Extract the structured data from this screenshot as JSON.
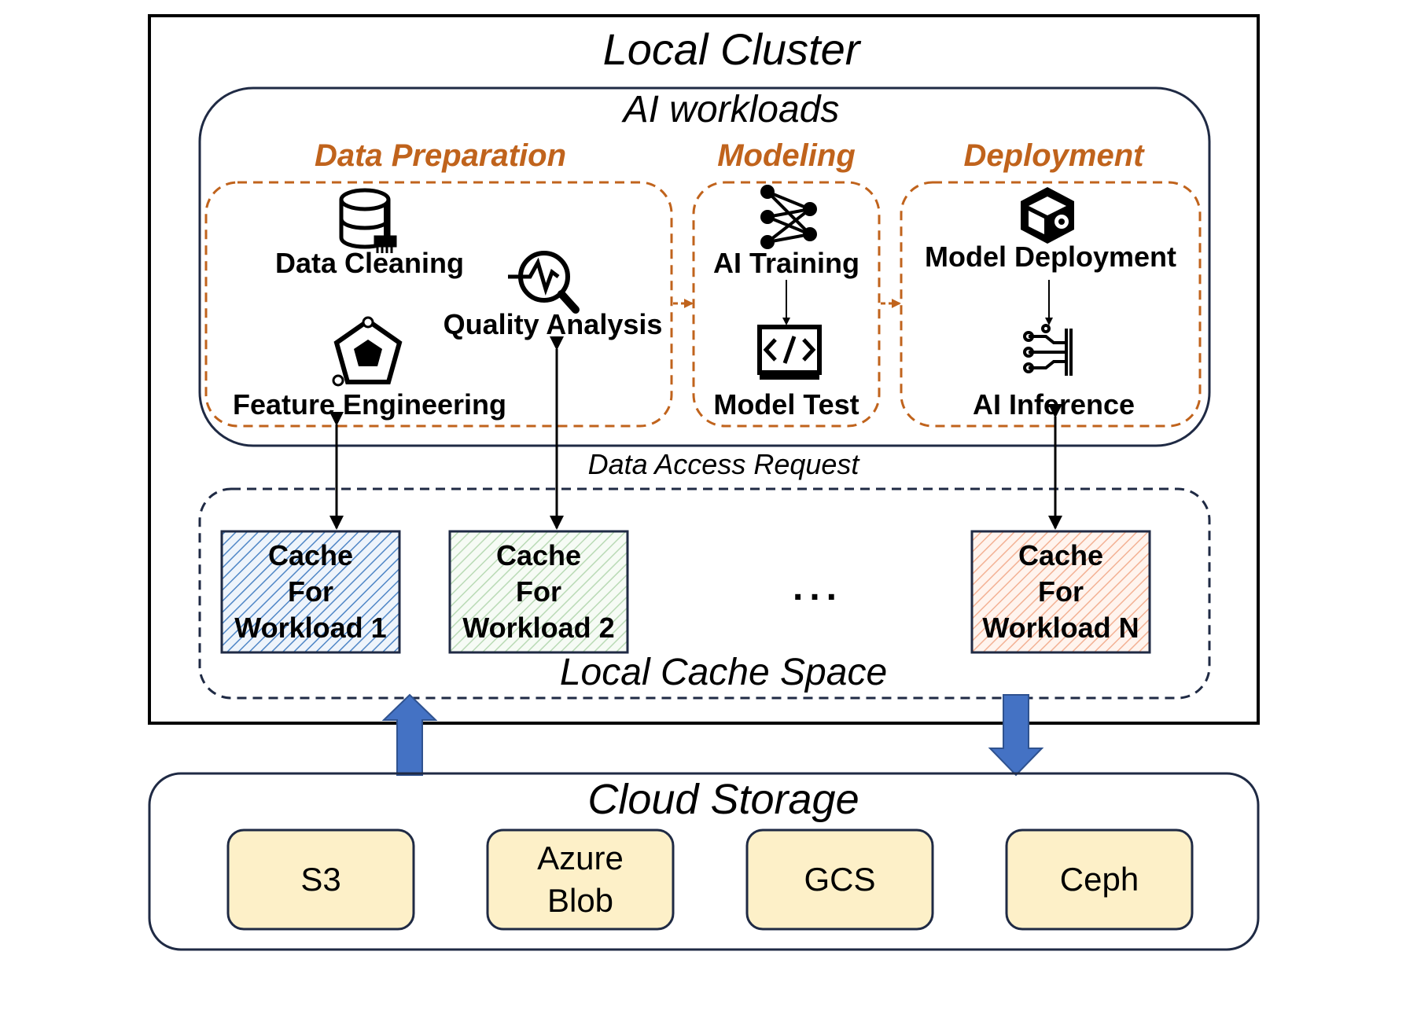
{
  "local_cluster": {
    "title": "Local Cluster"
  },
  "ai_workloads": {
    "title": "AI workloads",
    "stages": {
      "data_preparation": {
        "title": "Data Preparation",
        "items": {
          "data_cleaning": "Data Cleaning",
          "quality_analysis": "Quality Analysis",
          "feature_engineering": "Feature Engineering"
        }
      },
      "modeling": {
        "title": "Modeling",
        "items": {
          "ai_training": "AI Training",
          "model_test": "Model Test"
        }
      },
      "deployment": {
        "title": "Deployment",
        "items": {
          "model_deployment": "Model Deployment",
          "ai_inference": "AI Inference"
        }
      }
    }
  },
  "data_access_request": "Data Access Request",
  "local_cache_space": {
    "title": "Local Cache Space",
    "ellipsis": "...",
    "caches": [
      {
        "line1": "Cache",
        "line2": "For",
        "line3": "Workload 1",
        "color": "#4f86c6"
      },
      {
        "line1": "Cache",
        "line2": "For",
        "line3": "Workload 2",
        "color": "#9dc79a"
      },
      {
        "line1": "Cache",
        "line2": "For",
        "line3": "Workload N",
        "color": "#f0a07a"
      }
    ]
  },
  "cloud_storage": {
    "title": "Cloud Storage",
    "stores": [
      {
        "line1": "S3",
        "line2": ""
      },
      {
        "line1": "Azure",
        "line2": "Blob"
      },
      {
        "line1": "GCS",
        "line2": ""
      },
      {
        "line1": "Ceph",
        "line2": ""
      }
    ]
  },
  "colors": {
    "stage_accent": "#c0631c",
    "dark_navy": "#1f2a44",
    "arrow_blue": "#4472c4",
    "store_fill": "#fdf0c8"
  }
}
